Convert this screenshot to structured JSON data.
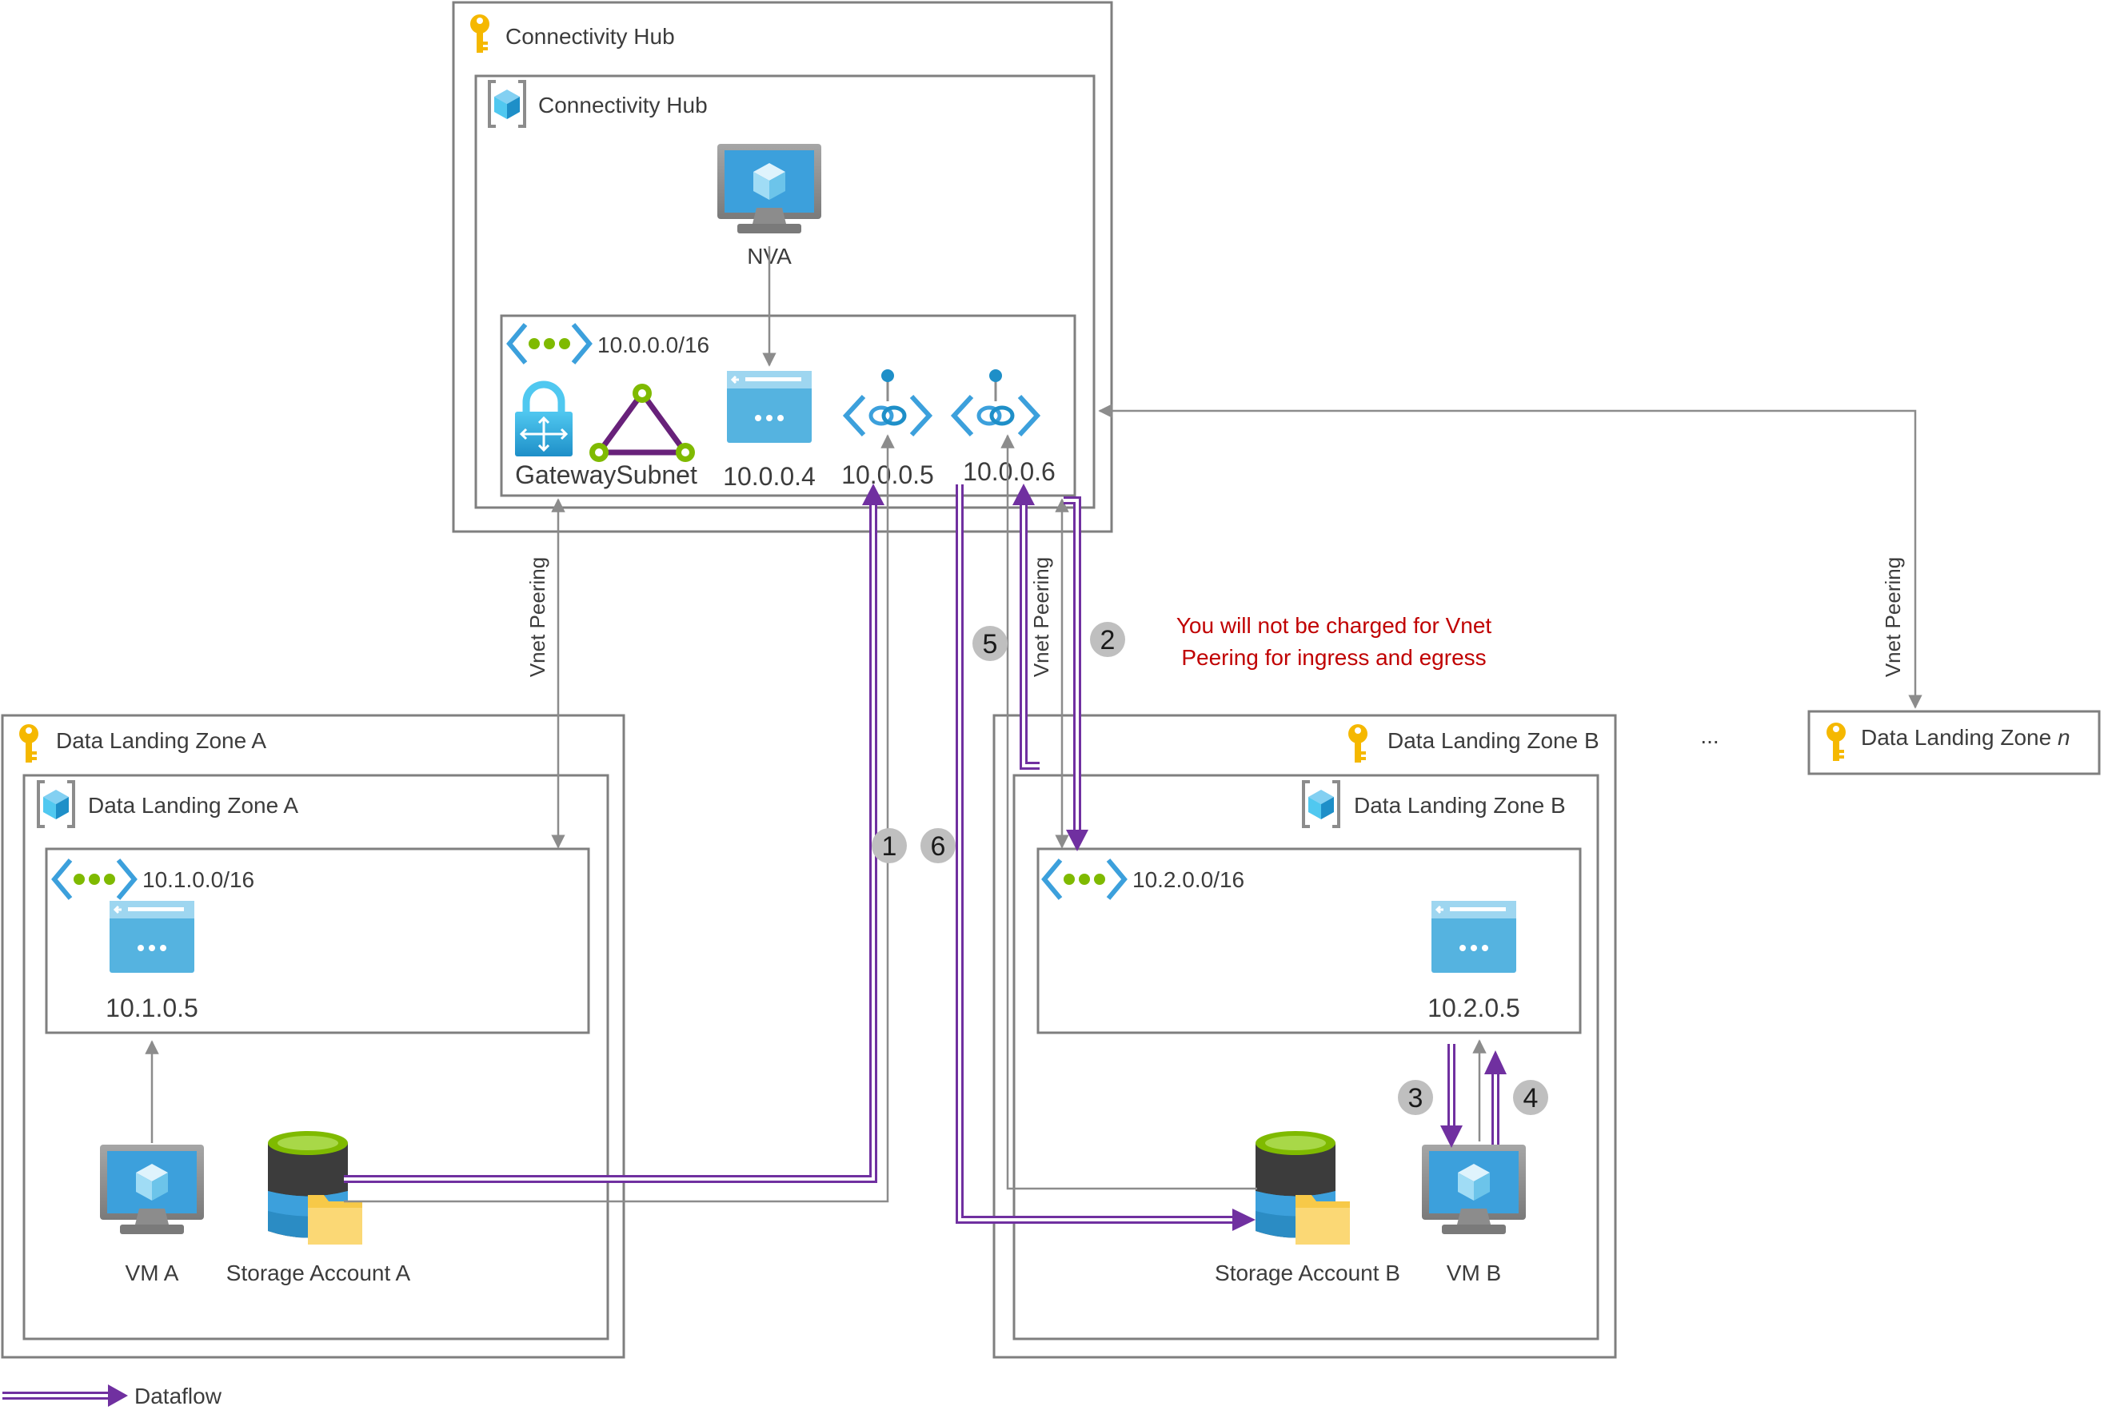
{
  "hub": {
    "subscription_label": "Connectivity Hub",
    "rg_label": "Connectivity Hub",
    "nva_label": "NVA",
    "vnet_cidr": "10.0.0.0/16",
    "gateway_subnet_label": "GatewaySubnet",
    "ip_subnet": "10.0.0.4",
    "ip_pe_a": "10.0.0.5",
    "ip_pe_b": "10.0.0.6"
  },
  "zone_a": {
    "subscription_label": "Data Landing Zone A",
    "rg_label": "Data Landing Zone A",
    "vnet_cidr": "10.1.0.0/16",
    "subnet_ip": "10.1.0.5",
    "vm_label": "VM A",
    "storage_label": "Storage Account A"
  },
  "zone_b": {
    "subscription_label": "Data Landing Zone B",
    "rg_label": "Data Landing Zone B",
    "vnet_cidr": "10.2.0.0/16",
    "subnet_ip": "10.2.0.5",
    "vm_label": "VM B",
    "storage_label": "Storage Account B"
  },
  "zone_n": {
    "label": "Data Landing Zone ",
    "label_italic": "n",
    "ellipsis": "..."
  },
  "peering": {
    "left_label": "Vnet Peering",
    "middle_label": "Vnet Peering",
    "right_label": "Vnet Peering"
  },
  "note": {
    "line1": "You will not be charged for Vnet",
    "line2": "Peering for ingress and egress",
    "color": "#c00000"
  },
  "steps": [
    "1",
    "2",
    "3",
    "4",
    "5",
    "6"
  ],
  "legend": {
    "label": "Dataflow"
  },
  "colors": {
    "dataflow": "#7030a0",
    "connector": "#8c8c8c",
    "box_border": "#7f7f7f",
    "azure_blue": "#3ca0dc",
    "key_yellow": "#f5b800",
    "green_dot": "#7fba00",
    "badge_fill": "#bfbfbf"
  }
}
